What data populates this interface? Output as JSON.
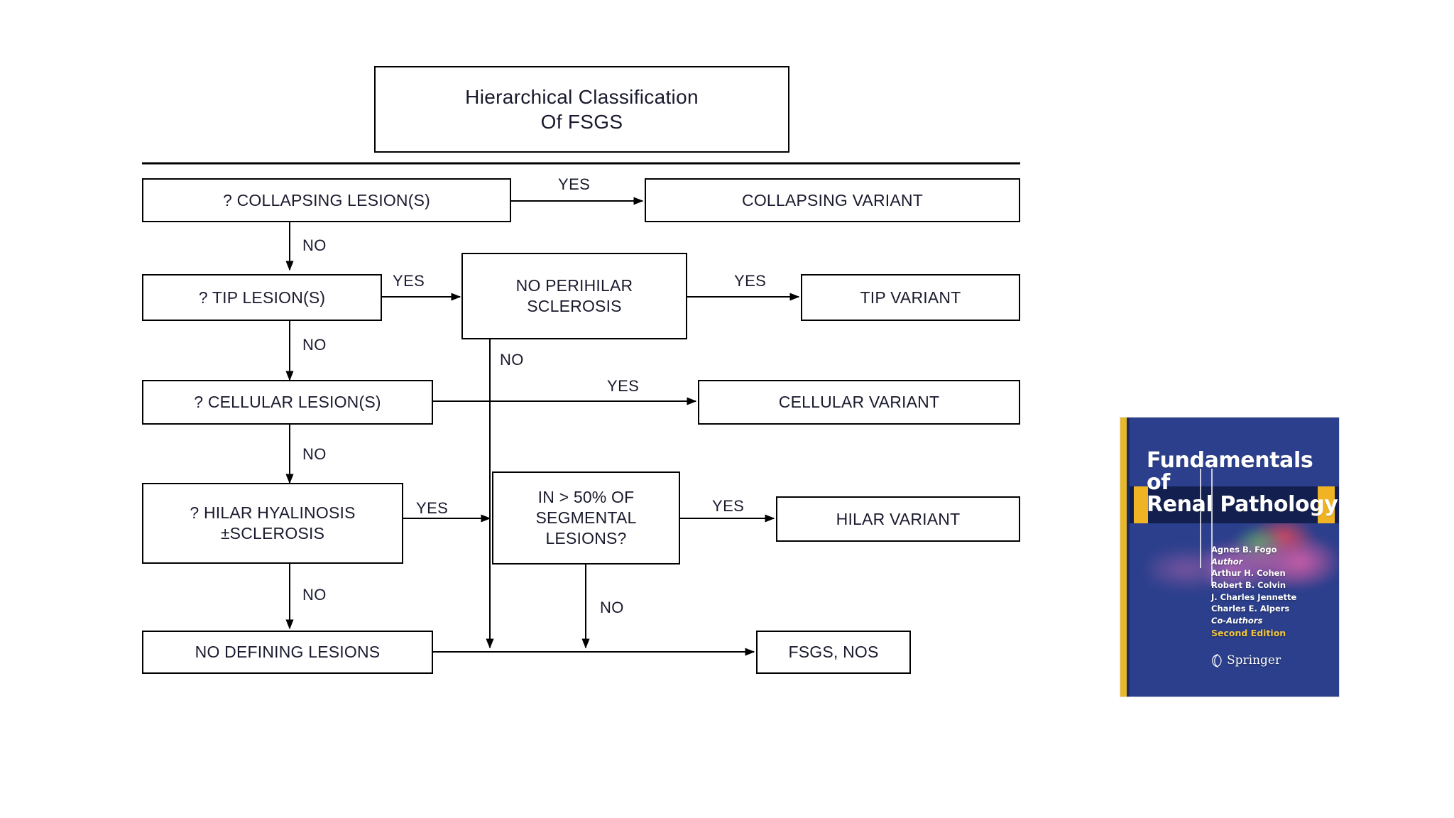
{
  "diagram": {
    "title": "Hierarchical Classification\nOf FSGS",
    "nodes": {
      "collapsing_question": "? COLLAPSING LESION(S)",
      "collapsing_variant": "COLLAPSING VARIANT",
      "tip_question": "? TIP LESION(S)",
      "no_perihilar_sclerosis": "NO PERIHILAR\nSCLEROSIS",
      "tip_variant": "TIP VARIANT",
      "cellular_question": "? CELLULAR LESION(S)",
      "cellular_variant": "CELLULAR VARIANT",
      "hilar_question": "? HILAR HYALINOSIS\n±SCLEROSIS",
      "segmental_question": "IN > 50% OF\nSEGMENTAL\nLESIONS?",
      "hilar_variant": "HILAR VARIANT",
      "no_defining_lesions": "NO DEFINING LESIONS",
      "fsgs_nos": "FSGS, NOS"
    },
    "edge_labels": {
      "collapsing_yes": "YES",
      "collapsing_no": "NO",
      "tip_yes": "YES",
      "tip_no": "NO",
      "perihilar_yes": "YES",
      "perihilar_no": "NO",
      "cellular_yes": "YES",
      "cellular_no": "NO",
      "hilar_yes": "YES",
      "hilar_no": "NO",
      "segmental_yes": "YES",
      "segmental_no": "NO"
    },
    "colors": {
      "stroke": "#000000",
      "text": "#1a1a2e",
      "background": "#ffffff"
    }
  },
  "book_cover": {
    "title_line1": "Fundamentals of",
    "title_line2": "Renal Pathology",
    "author": "Agnes B. Fogo",
    "author_role": "Author",
    "coauthor_1": "Arthur H. Cohen",
    "coauthor_2": "Robert B. Colvin",
    "coauthor_3": "J. Charles Jennette",
    "coauthor_4": "Charles E. Alpers",
    "coauthor_role": "Co-Authors",
    "edition": "Second Edition",
    "publisher": "Springer",
    "colors": {
      "cover_blue": "#2b3f8c",
      "accent_gold": "#f0b323",
      "edition_gold": "#f2c53d"
    }
  }
}
